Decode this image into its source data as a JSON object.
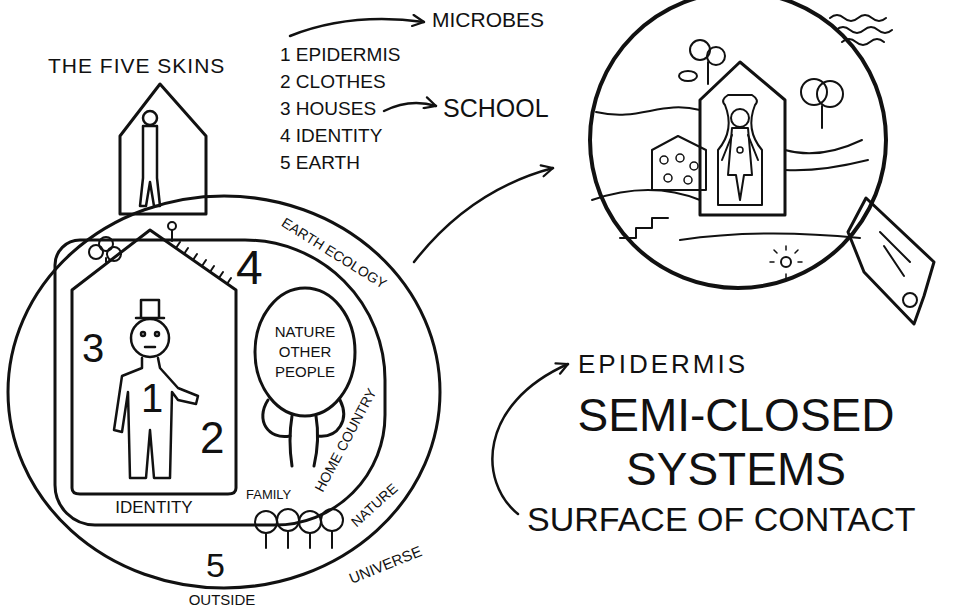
{
  "diagram": {
    "title": "THE FIVE SKINS",
    "nodes": [
      {
        "text": [
          "EARTH ECOLOGY",
          "NATURE"
        ]
      },
      {
        "text": [
          "4",
          "FAMILY",
          "HOME COUNTRY"
        ],
        "in": 0
      },
      {
        "text": [
          "3",
          "1",
          "2",
          "IDENTITY"
        ],
        "in": 1
      },
      {
        "text": [
          "NATURE OTHER PEOPLE"
        ],
        "in": 1
      }
    ],
    "labels": [
      "1 EPIDERMIS",
      "2 CLOTHES",
      "3 HOUSES",
      "4 IDENTITY",
      "5 EARTH",
      "MICROBES",
      "SCHOOL",
      "5",
      "UNIVERSE",
      "OUTSIDE",
      "EPIDERMIS",
      "SEMI-CLOSED SYSTEMS",
      "SURFACE OF CONTACT"
    ]
  }
}
